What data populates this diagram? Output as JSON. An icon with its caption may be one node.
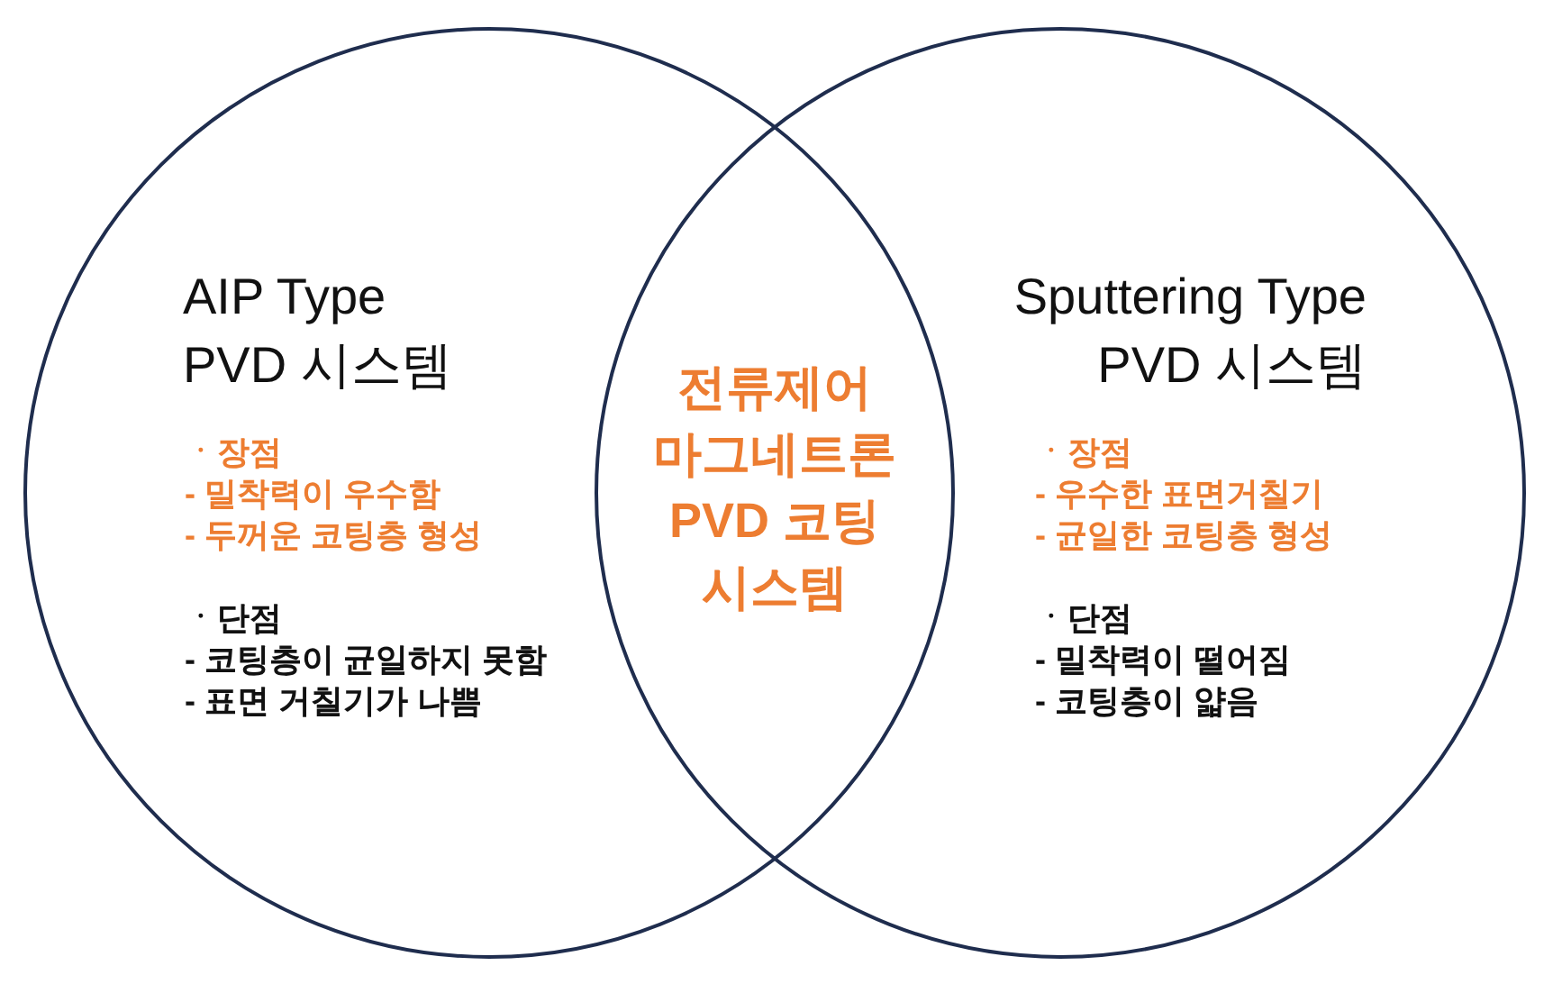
{
  "diagram": {
    "nodes": [
      {
        "text": [
          "AIP Type PVD 시스템",
          "ㆍ장점",
          "- 밀착력이 우수함",
          "- 두꺼운 코팅층 형성",
          "ㆍ단점",
          "- 코팅층이 균일하지 못함",
          "- 표면 거칠기가 나쁨"
        ]
      },
      {
        "text": [
          "Sputtering Type PVD 시스템",
          "ㆍ장점",
          "- 우수한 표면거칠기",
          "- 균일한 코팅층 형성",
          "ㆍ단점",
          "- 밀착력이 떨어짐",
          "- 코팅층이 얇음"
        ]
      },
      {
        "text": [
          "전류제어 마그네트론 PVD 코팅 시스템"
        ]
      }
    ]
  }
}
